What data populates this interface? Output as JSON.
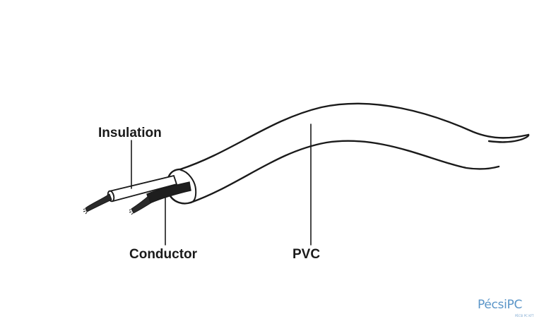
{
  "labels": {
    "insulation": "Insulation",
    "conductor": "Conductor",
    "pvc": "PVC"
  },
  "watermark": {
    "brand": "PécsiPC",
    "tagline": "PÉCSI PC KFT"
  },
  "colors": {
    "line": "#1a1a1a",
    "conductor": "#2a2a2a",
    "logo": "#5a95c8"
  }
}
